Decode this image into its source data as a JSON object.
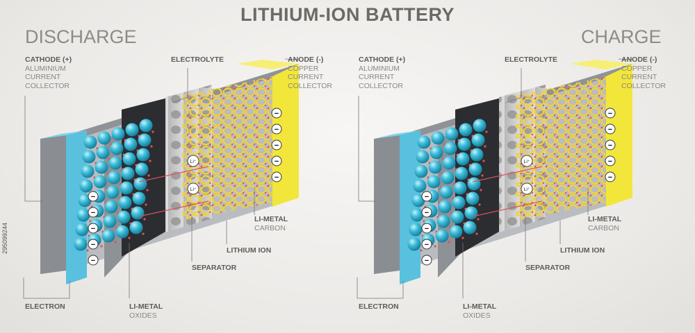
{
  "title": "LITHIUM-ION BATTERY",
  "panels": [
    {
      "mode": "DISCHARGE",
      "cathode": {
        "title": "CATHODE (+)",
        "lines": [
          "ALUMINIUM",
          "CURRENT",
          "COLLECTOR"
        ]
      },
      "electrolyte": "ELECTROLYTE",
      "anode": {
        "title": "ANODE (-)",
        "lines": [
          "COPPER",
          "CURRENT",
          "COLLECTOR"
        ]
      },
      "limetal_carbon": {
        "title": "LI-METAL",
        "sub": "CARBON"
      },
      "lithium_ion": "LITHIUM ION",
      "separator": "SEPARATOR",
      "electron": "ELECTRON",
      "limetal_oxides": {
        "title": "LI-METAL",
        "sub": "OXIDES"
      },
      "ion_label": "Li⁺",
      "electron_symbol": "−"
    },
    {
      "mode": "CHARGE",
      "cathode": {
        "title": "CATHODE (+)",
        "lines": [
          "ALUMINIUM",
          "CURRENT",
          "COLLECTOR"
        ]
      },
      "electrolyte": "ELECTROLYTE",
      "anode": {
        "title": "ANODE (-)",
        "lines": [
          "COPPER",
          "CURRENT",
          "COLLECTOR"
        ]
      },
      "limetal_carbon": {
        "title": "LI-METAL",
        "sub": "CARBON"
      },
      "lithium_ion": "LITHIUM ION",
      "separator": "SEPARATOR",
      "electron": "ELECTRON",
      "limetal_oxides": {
        "title": "LI-METAL",
        "sub": "OXIDES"
      },
      "ion_label": "Li⁺",
      "electron_symbol": "−"
    }
  ],
  "watermark": "295099244",
  "colors": {
    "cathode_collector": "#5cc3e0",
    "anode_collector": "#f2e63a",
    "cathode_particles": "#3fbfdc",
    "anode_lattice": "#f3d640",
    "lithium_ion": "#e0505a",
    "separator": "#c8c8c8",
    "housing": "#9a9da2"
  }
}
